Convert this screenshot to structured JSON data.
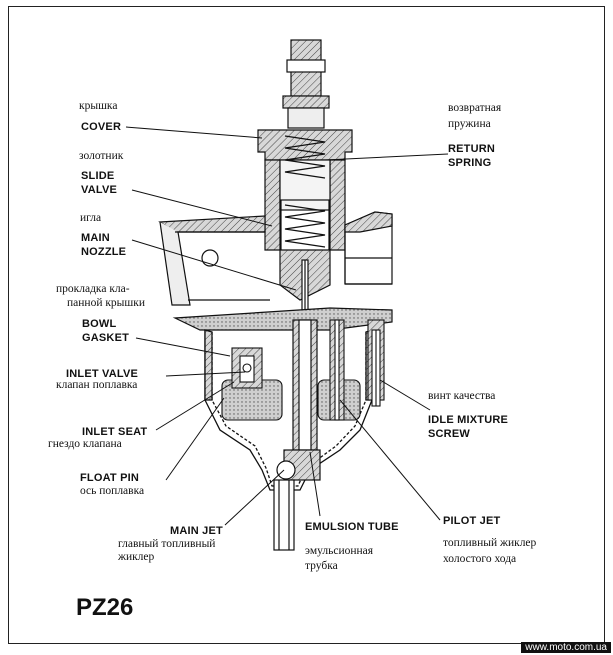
{
  "model": "PZ26",
  "watermark": "www.moto.com.ua",
  "labels": {
    "cover_ru": "крышка",
    "cover_en": "COVER",
    "slide_ru": "золотник",
    "slide_en_1": "SLIDE",
    "slide_en_2": "VALVE",
    "needle_ru": "игла",
    "nozzle_en_1": "MAIN",
    "nozzle_en_2": "NOZZLE",
    "gasket_ru_1": "прокладка кла-",
    "gasket_ru_2": "панной крышки",
    "gasket_en_1": "BOWL",
    "gasket_en_2": "GASKET",
    "inlet_valve_en": "INLET VALVE",
    "inlet_valve_ru": "клапан поплавка",
    "inlet_seat_en": "INLET SEAT",
    "inlet_seat_ru": "гнездо клапана",
    "float_pin_en": "FLOAT PIN",
    "float_pin_ru": "ось поплавка",
    "main_jet_en": "MAIN JET",
    "main_jet_ru_1": "главный топливный",
    "main_jet_ru_2": "жиклер",
    "emulsion_en": "EMULSION TUBE",
    "emulsion_ru_1": "эмульсионная",
    "emulsion_ru_2": "трубка",
    "pilot_en": "PILOT JET",
    "pilot_ru_1": "топливный жиклер",
    "pilot_ru_2": "холостого хода",
    "spring_ru_1": "возвратная",
    "spring_ru_2": "пружина",
    "spring_en_1": "RETURN",
    "spring_en_2": "SPRING",
    "idle_ru": "винт качества",
    "idle_en_1": "IDLE MIXTURE",
    "idle_en_2": "SCREW"
  }
}
